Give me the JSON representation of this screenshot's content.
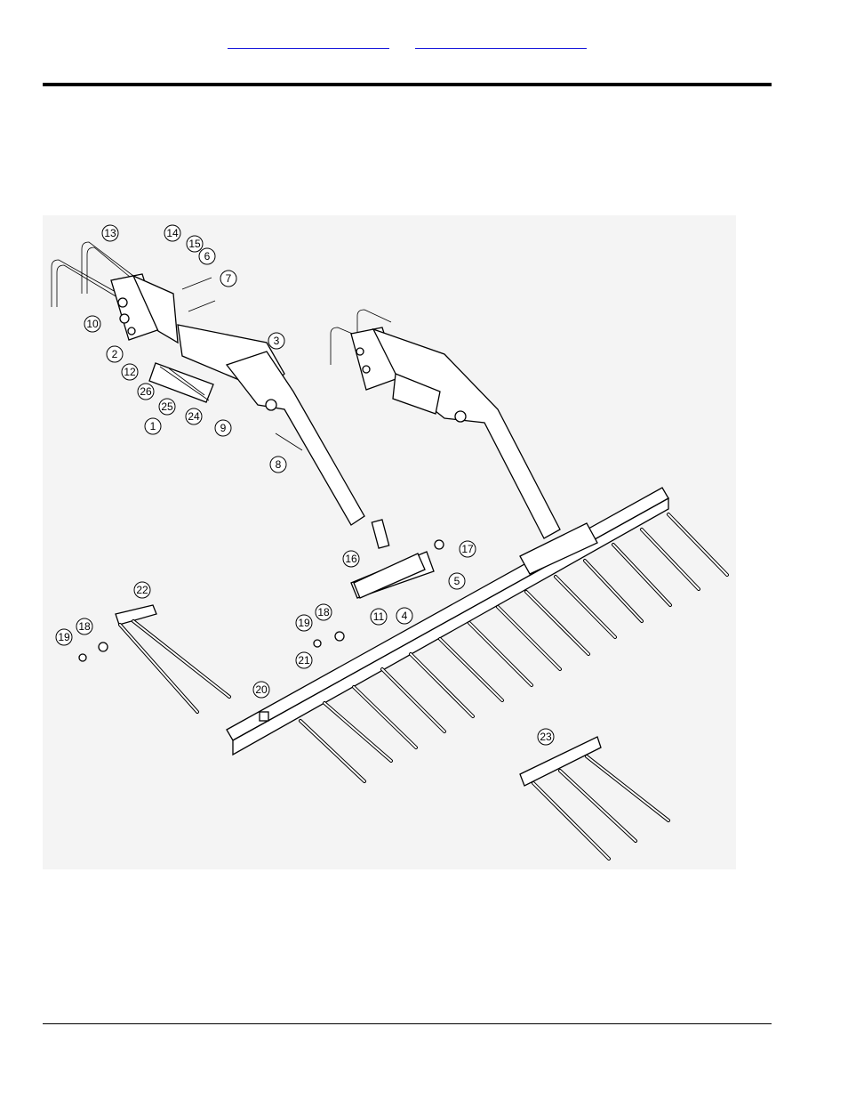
{
  "header": {
    "link_1": "",
    "link_2": ""
  },
  "diagram": {
    "callouts": [
      "13",
      "14",
      "15",
      "6",
      "7",
      "10",
      "2",
      "12",
      "26",
      "25",
      "24",
      "9",
      "1",
      "3",
      "8",
      "16",
      "17",
      "5",
      "11",
      "4",
      "22",
      "19",
      "18",
      "19",
      "18",
      "21",
      "20",
      "23"
    ]
  }
}
